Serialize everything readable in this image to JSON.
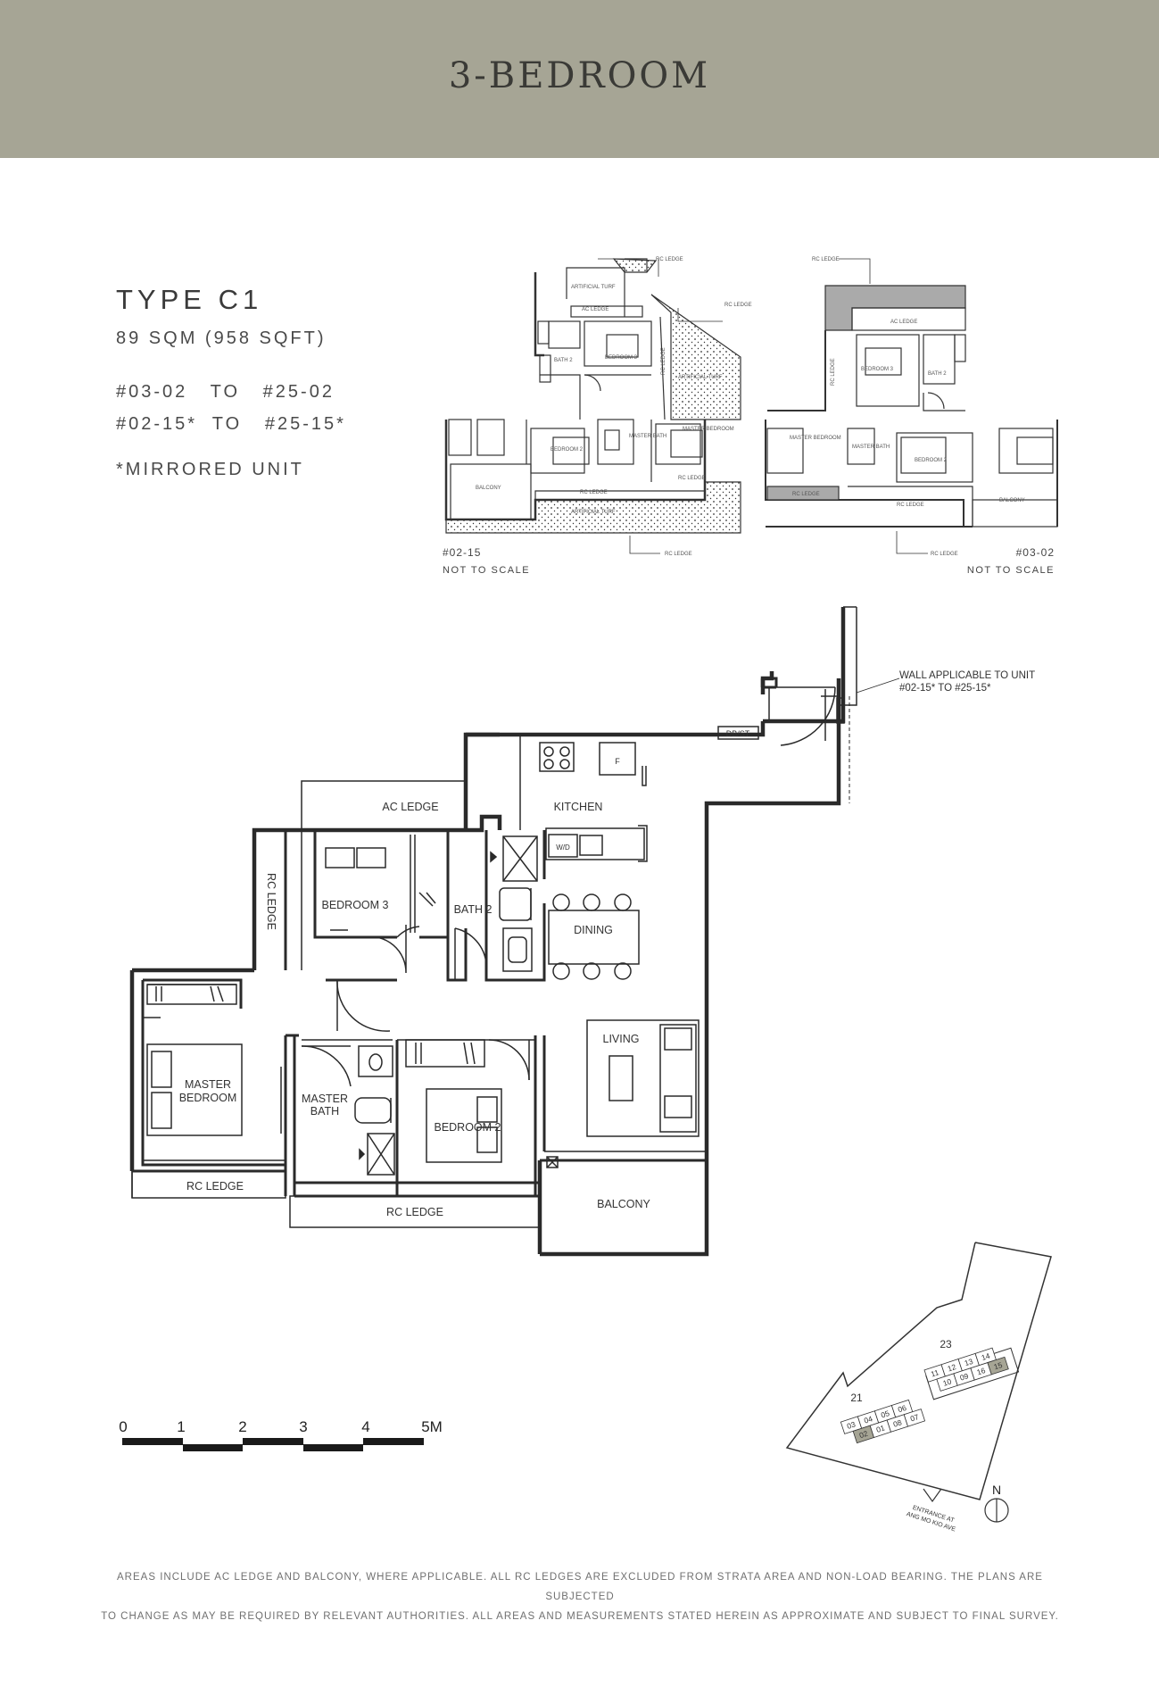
{
  "header": {
    "title": "3-BEDROOM",
    "band_color": "#a6a595"
  },
  "unit": {
    "type_name": "TYPE C1",
    "area": "89 SQM (958 SQFT)",
    "ranges": [
      "#03-02   TO   #25-02",
      "#02-15*  TO   #25-15*"
    ],
    "mirrored_note": "*MIRRORED UNIT"
  },
  "key_plans": [
    {
      "unit_label": "#02-15",
      "scale_note": "NOT TO SCALE",
      "labels": {
        "rc_ledge_top": "RC LEDGE",
        "artificial_turf_top": "ARTIFICIAL TURF",
        "rc_ledge_right": "RC LEDGE",
        "ac_ledge": "AC LEDGE",
        "bedroom_3": "BEDROOM 3",
        "bath_2": "BATH 2",
        "rc_ledge_vertical": "RC LEDGE",
        "artificial_turf_right": "ARTIFICIAL TURF",
        "bedroom_2": "BEDROOM 2",
        "master_bath": "MASTER BATH",
        "master_bedroom": "MASTER BEDROOM",
        "balcony": "BALCONY",
        "rc_ledge_mid": "RC LEDGE",
        "rc_ledge_right2": "RC LEDGE",
        "artificial_turf_bottom": "ARTIFICIAL TURF",
        "rc_ledge_bottom": "RC LEDGE"
      }
    },
    {
      "unit_label": "#03-02",
      "scale_note": "NOT TO SCALE",
      "labels": {
        "rc_ledge_top": "RC LEDGE",
        "ac_ledge": "AC LEDGE",
        "rc_ledge_vertical": "RC LEDGE",
        "bedroom_3": "BEDROOM 3",
        "bath_2": "BATH 2",
        "master_bedroom": "MASTER BEDROOM",
        "master_bath": "MASTER BATH",
        "bedroom_2": "BEDROOM 2",
        "rc_ledge_left": "RC LEDGE",
        "rc_ledge_mid": "RC LEDGE",
        "balcony": "BALCONY",
        "rc_ledge_bottom": "RC LEDGE"
      }
    }
  ],
  "floor_plan": {
    "rooms": {
      "ac_ledge": "AC LEDGE",
      "kitchen": "KITCHEN",
      "ds": "DB/ST",
      "fridge": "F",
      "washer": "W/D",
      "rc_ledge_left": "RC LEDGE",
      "bedroom_3": "BEDROOM 3",
      "bath_2": "BATH 2",
      "dining": "DINING",
      "master_bedroom_line1": "MASTER",
      "master_bedroom_line2": "BEDROOM",
      "master_bath_line1": "MASTER",
      "master_bath_line2": "BATH",
      "bedroom_2": "BEDROOM 2",
      "living": "LIVING",
      "balcony": "BALCONY",
      "rc_ledge_bottom_left": "RC LEDGE",
      "rc_ledge_bottom_mid": "RC LEDGE"
    },
    "wall_note_line1": "WALL APPLICABLE TO UNIT",
    "wall_note_line2": "#02-15* TO #25-15*"
  },
  "scale_bar": {
    "labels": [
      "0",
      "1",
      "2",
      "3",
      "4",
      "5M"
    ]
  },
  "site_plan": {
    "blocks": [
      "23",
      "21"
    ],
    "units_block23": [
      "11",
      "12",
      "13",
      "14",
      "10",
      "09",
      "16",
      "15"
    ],
    "units_block21": [
      "03",
      "04",
      "05",
      "06",
      "02",
      "01",
      "08",
      "07"
    ],
    "highlight_color": "#a6a595",
    "entrance_line1": "ENTRANCE AT",
    "entrance_line2": "ANG MO KIO AVE",
    "north": "N"
  },
  "disclaimer": [
    "AREAS INCLUDE AC LEDGE AND BALCONY, WHERE APPLICABLE. ALL RC LEDGES ARE EXCLUDED FROM STRATA AREA AND NON-LOAD BEARING. THE PLANS ARE SUBJECTED",
    "TO CHANGE AS MAY BE REQUIRED BY RELEVANT AUTHORITIES. ALL AREAS AND MEASUREMENTS STATED HEREIN AS APPROXIMATE AND SUBJECT TO FINAL SURVEY."
  ]
}
